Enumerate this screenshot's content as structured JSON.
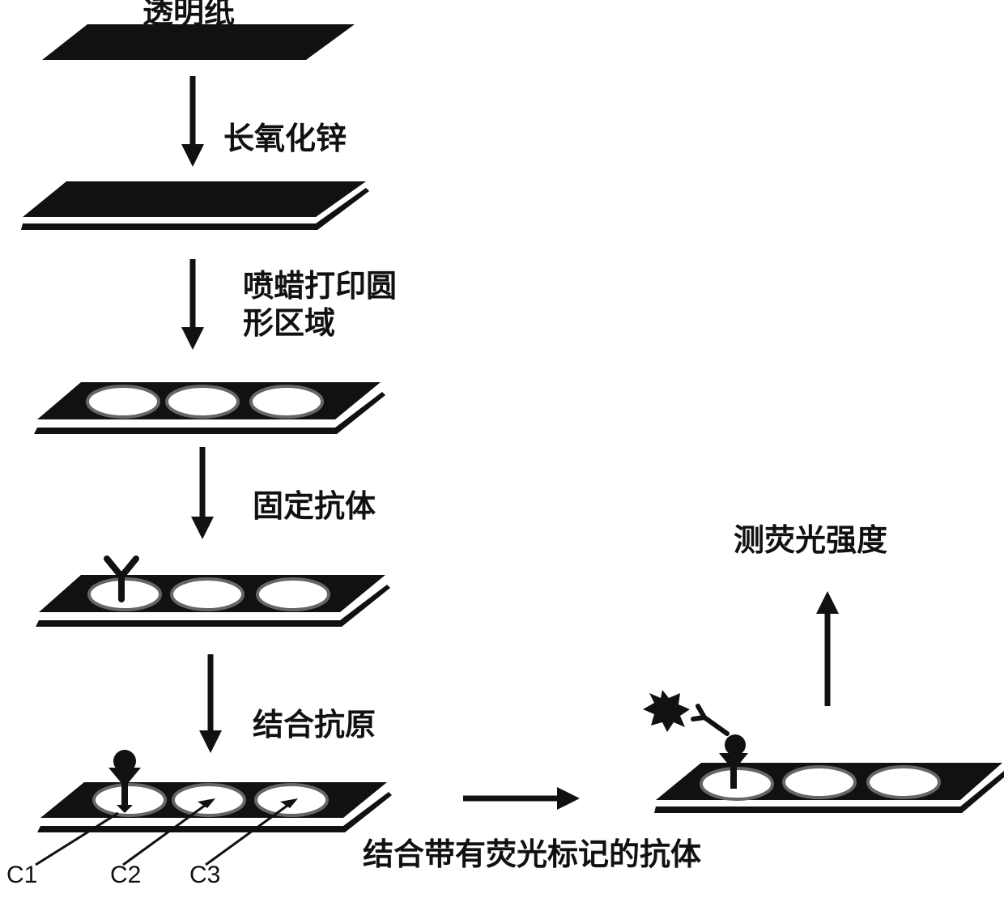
{
  "diagram": {
    "title_top": "透明纸",
    "steps": {
      "grow_zinc_oxide": "长氧化锌",
      "wax_print_line1": "喷蜡打印圆",
      "wax_print_line2": "形区域",
      "fix_antibody": "固定抗体",
      "bind_antigen": "结合抗原",
      "bind_labeled_antibody": "结合带有荧光标记的抗体",
      "measure_fluorescence": "测荧光强度"
    },
    "zones": [
      "C1",
      "C2",
      "C3"
    ]
  },
  "colors": {
    "ink": "#111111",
    "paper": "#ffffff"
  }
}
